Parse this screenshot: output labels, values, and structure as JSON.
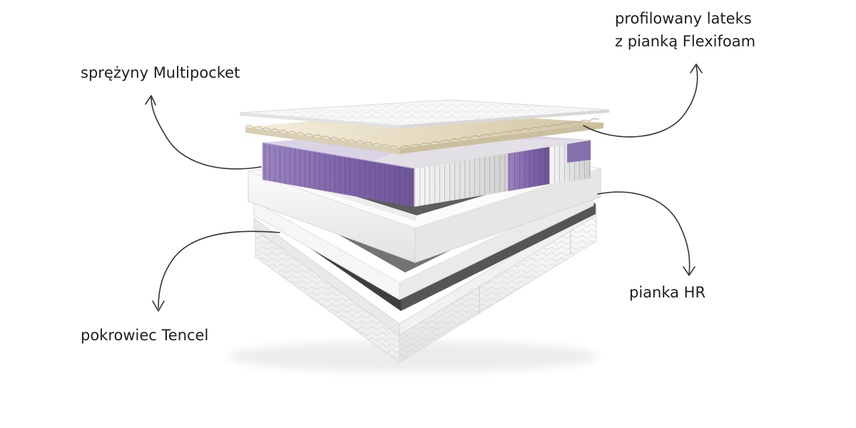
{
  "labels": {
    "springs": "sprężyny Multipocket",
    "latex_line1": "profilowany lateks",
    "latex_line2": "z pianką Flexifoam",
    "hr_foam": "pianka HR",
    "cover": "pokrowiec Tencel"
  },
  "colors": {
    "text": "#1e1e1e",
    "spring_purple": "#8e76b4",
    "latex_cream": "#efe7d3",
    "foam_white": "#f4f4f4",
    "dark_fabric": "#4a4a4a"
  }
}
